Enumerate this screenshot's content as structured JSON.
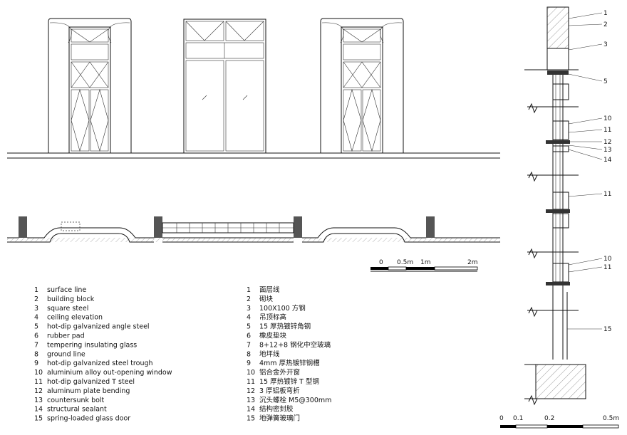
{
  "legend_en": [
    {
      "num": "1",
      "text": "surface line"
    },
    {
      "num": "2",
      "text": "building block"
    },
    {
      "num": "3",
      "text": "square steel"
    },
    {
      "num": "4",
      "text": "ceiling elevation"
    },
    {
      "num": "5",
      "text": "hot-dip galvanized angle steel"
    },
    {
      "num": "6",
      "text": "rubber pad"
    },
    {
      "num": "7",
      "text": "tempering insulating glass"
    },
    {
      "num": "8",
      "text": "ground line"
    },
    {
      "num": "9",
      "text": "hot-dip galvanized steel trough"
    },
    {
      "num": "10",
      "text": "aluminium alloy out-opening window"
    },
    {
      "num": "11",
      "text": "hot-dip galvanized T steel"
    },
    {
      "num": "12",
      "text": "aluminum plate bending"
    },
    {
      "num": "13",
      "text": "countersunk bolt"
    },
    {
      "num": "14",
      "text": "structural sealant"
    },
    {
      "num": "15",
      "text": "spring-loaded glass door"
    }
  ],
  "legend_cn": [
    {
      "num": "1",
      "text": "面层线"
    },
    {
      "num": "2",
      "text": "砌块"
    },
    {
      "num": "3",
      "text": "100X100 方钢"
    },
    {
      "num": "4",
      "text": "吊顶标高"
    },
    {
      "num": "5",
      "text": "15 厚热镀锌角钢"
    },
    {
      "num": "6",
      "text": "橡皮垫块"
    },
    {
      "num": "7",
      "text": "8+12+8 钢化中空玻璃"
    },
    {
      "num": "8",
      "text": "地坪线"
    },
    {
      "num": "9",
      "text": "4mm 厚热镀锌钢槽"
    },
    {
      "num": "10",
      "text": "铝合金外开窗"
    },
    {
      "num": "11",
      "text": "15 厚热镀锌 T 型钢"
    },
    {
      "num": "12",
      "text": "3 厚铝板弯折"
    },
    {
      "num": "13",
      "text": "沉头螺栓 M5@300mm"
    },
    {
      "num": "14",
      "text": "结构密封胶"
    },
    {
      "num": "15",
      "text": "地弹簧玻璃门"
    }
  ],
  "scale_main": [
    "0",
    "0.5m",
    "1m",
    "2m"
  ],
  "scale_section": [
    "0",
    "0.1",
    "0.2",
    "0.5m"
  ],
  "callouts": {
    "c1": "1",
    "c2": "2",
    "c3": "3",
    "c5": "5",
    "c10a": "10",
    "c11a": "11",
    "c12": "12",
    "c13": "13",
    "c14": "14",
    "c11b": "11",
    "c10b": "10",
    "c11c": "11",
    "c15": "15"
  }
}
